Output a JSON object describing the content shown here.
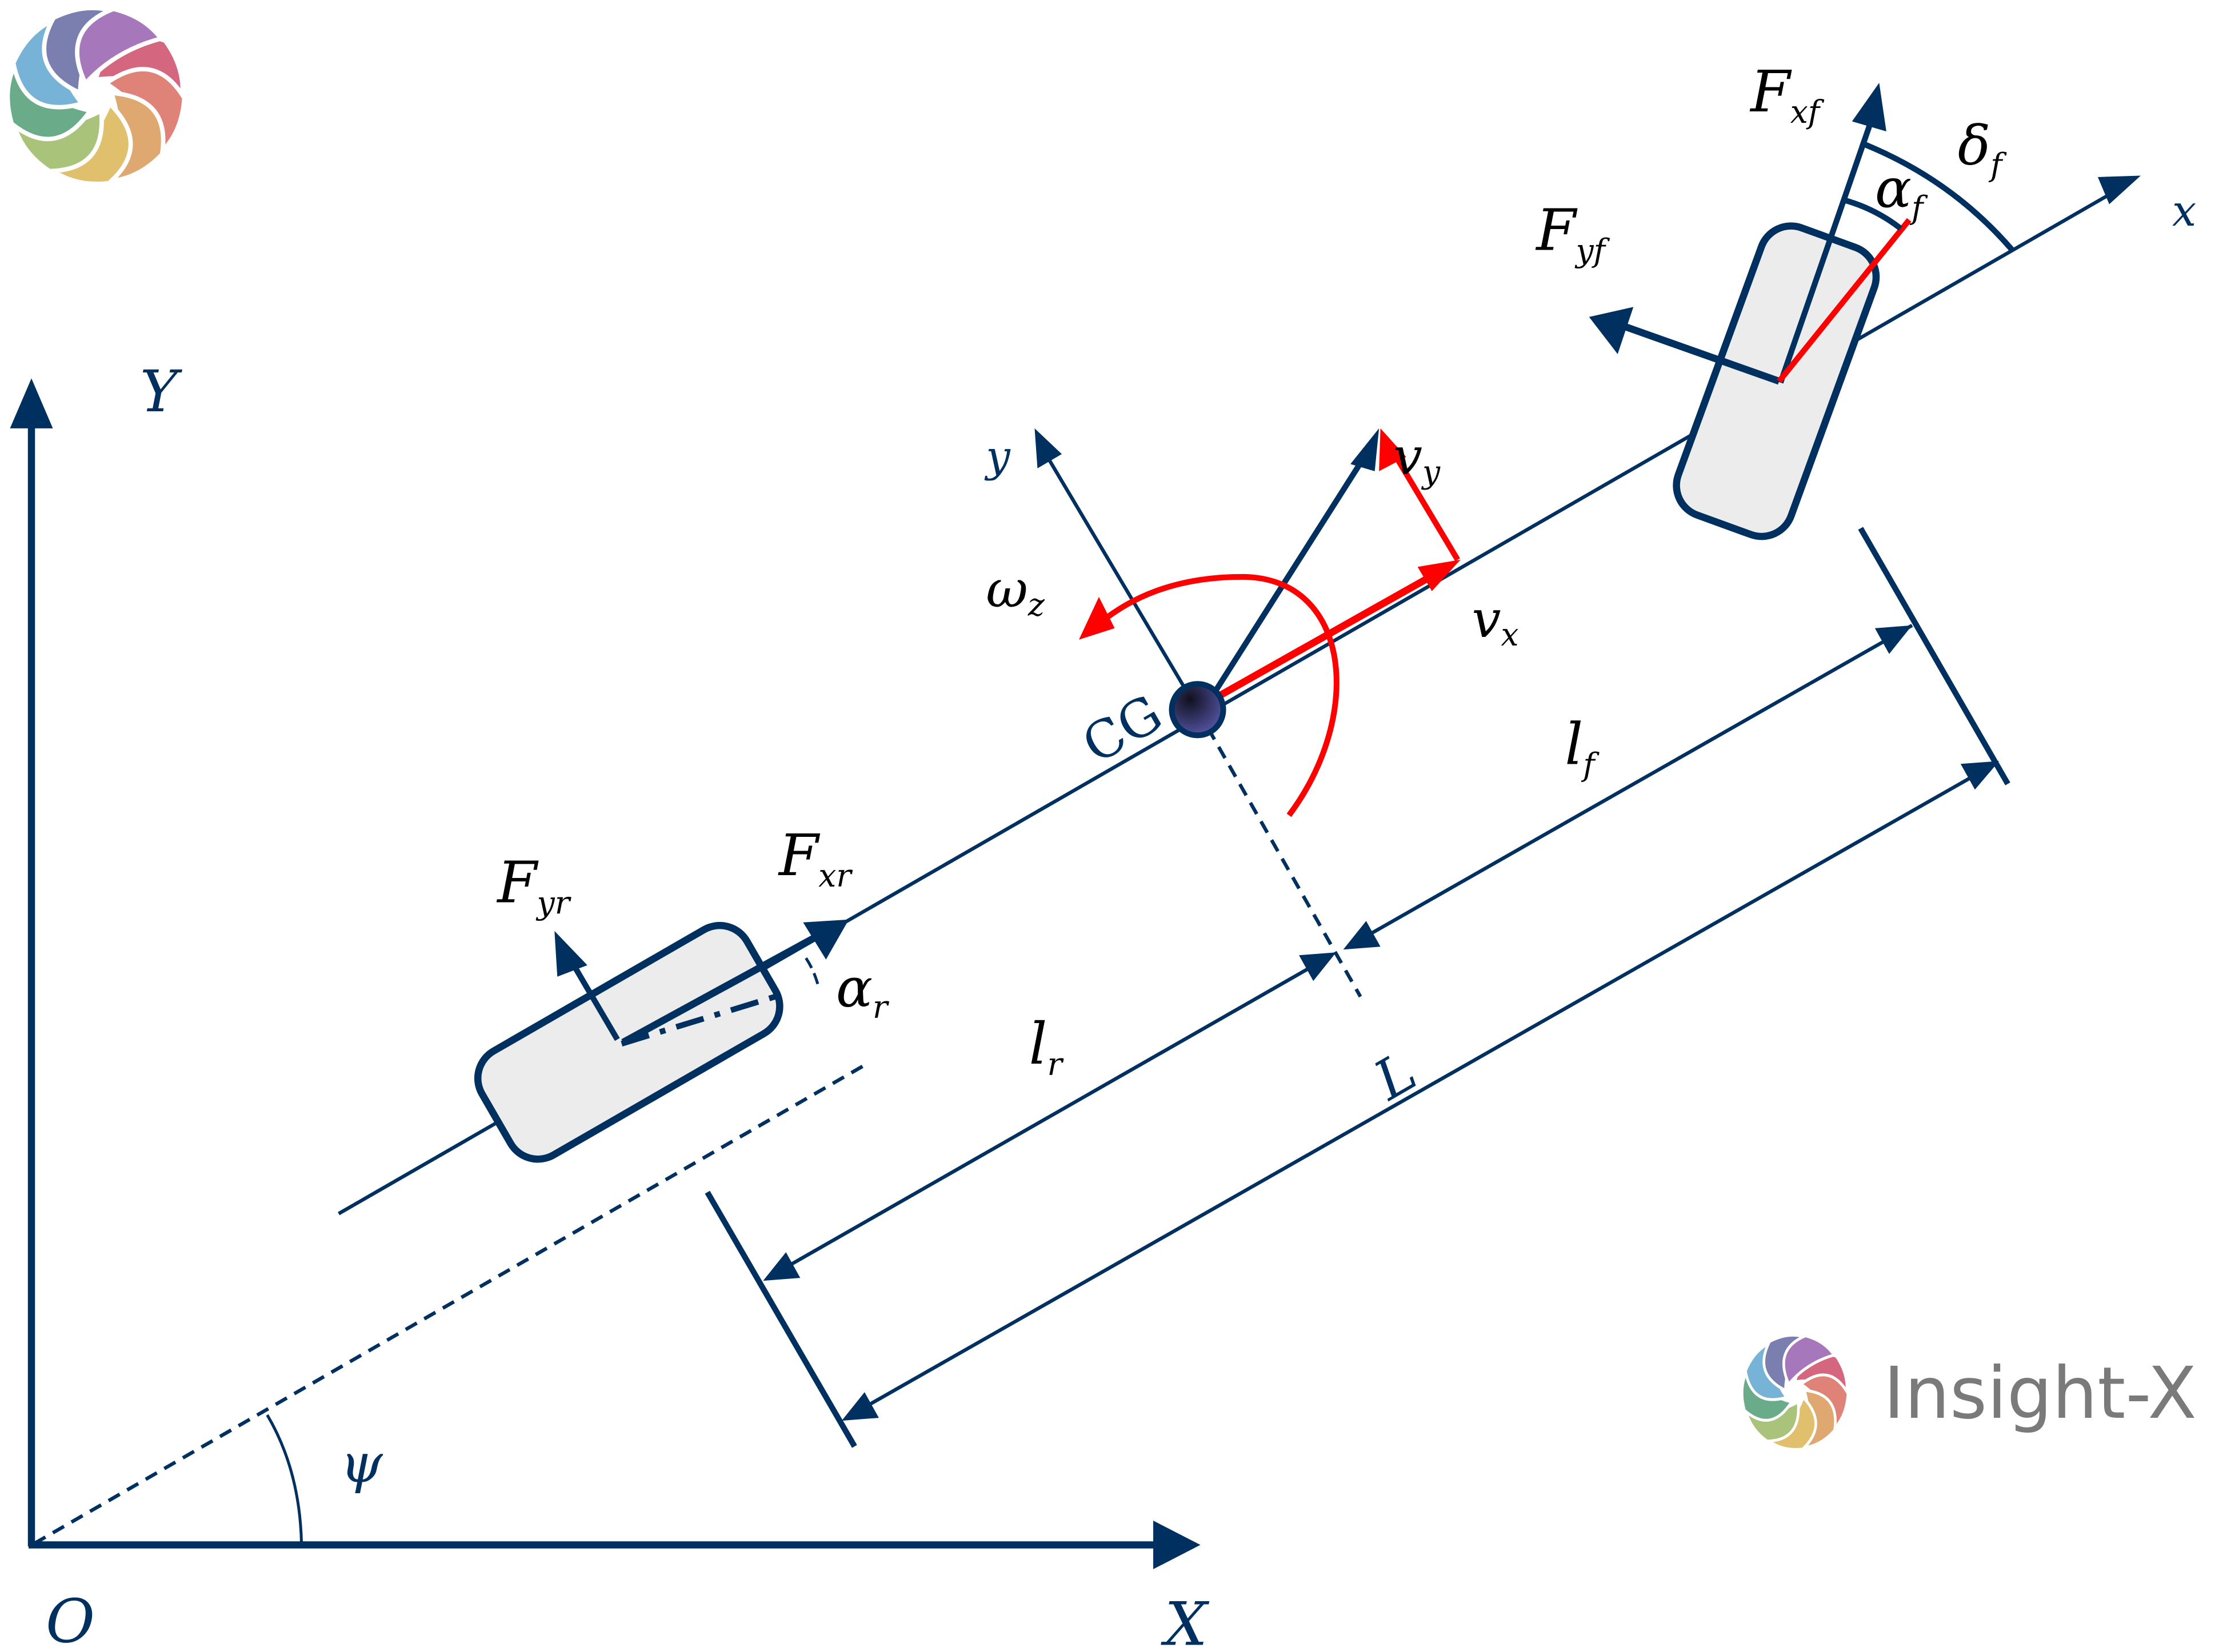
{
  "colors": {
    "navy": "#00305f",
    "red": "#ff0000",
    "tire_fill": "#ececec",
    "brand_text": "#7a7a7a",
    "logo_petals": [
      "#d4677f",
      "#df8379",
      "#dfa870",
      "#e0c06c",
      "#a9c47a",
      "#6aab8a",
      "#76b3d6",
      "#7a7fb0",
      "#a677bb"
    ]
  },
  "global_axes": {
    "origin": "O",
    "x_axis": "X",
    "y_axis": "Y",
    "yaw_angle": "ψ"
  },
  "body_axes": {
    "x_axis": "x",
    "y_axis": "y",
    "cg_label": "CG"
  },
  "velocities": {
    "vx": {
      "base": "v",
      "sub": "x"
    },
    "vy": {
      "base": "v",
      "sub": "y"
    },
    "yaw_rate": {
      "base": "ω",
      "sub": "z"
    }
  },
  "front_wheel": {
    "longitudinal_force": {
      "base": "F",
      "sub": "xf"
    },
    "lateral_force": {
      "base": "F",
      "sub": "yf"
    },
    "slip_angle": {
      "base": "α",
      "sub": "f"
    },
    "steer_angle": {
      "base": "δ",
      "sub": "f"
    }
  },
  "rear_wheel": {
    "longitudinal_force": {
      "base": "F",
      "sub": "xr"
    },
    "lateral_force": {
      "base": "F",
      "sub": "yr"
    },
    "slip_angle": {
      "base": "α",
      "sub": "r"
    }
  },
  "dimensions": {
    "front_length": {
      "base": "l",
      "sub": "f"
    },
    "rear_length": {
      "base": "l",
      "sub": "r"
    },
    "wheelbase": "L"
  },
  "brand": {
    "name": "Insight-X",
    "logo": "pinwheel-logo"
  }
}
